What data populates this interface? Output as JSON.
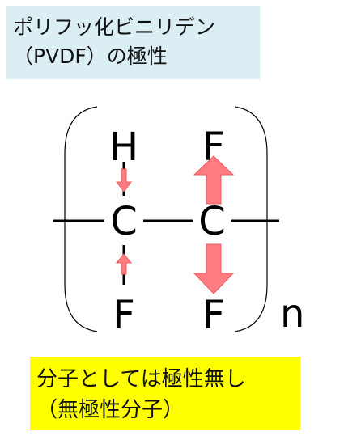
{
  "title": {
    "line1": "ポリフッ化ビニリデン",
    "line2": "（PVDF）の極性"
  },
  "structure": {
    "atom_top_left": "H",
    "atom_top_right": "F",
    "atom_center_left": "C",
    "atom_center_right": "C",
    "atom_bottom_left": "F",
    "atom_bottom_right": "F",
    "subscript": "n"
  },
  "note": {
    "line1": "分子としては極性無し",
    "line2": "（無極性分子）"
  },
  "colors": {
    "title_background": "#dbeef4",
    "note_background": "#ffff00",
    "dipole_arrow_fill": "#ff7c80",
    "dipole_arrow_stroke": "#e85a60"
  }
}
